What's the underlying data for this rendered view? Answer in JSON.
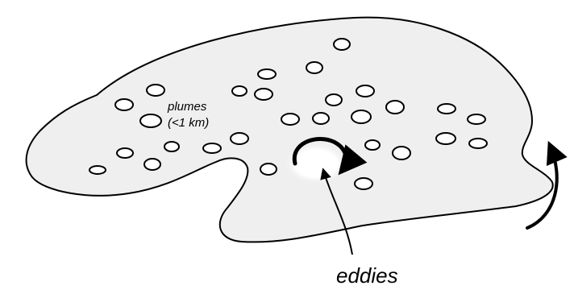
{
  "diagram": {
    "labels": {
      "plumes_line1": "plumes",
      "plumes_line2": "(<1 km)",
      "eddies": "eddies"
    },
    "colors": {
      "region_fill": "#efefef",
      "outline": "#000000",
      "background": "#ffffff",
      "eddy_center": "#ffffff"
    }
  }
}
